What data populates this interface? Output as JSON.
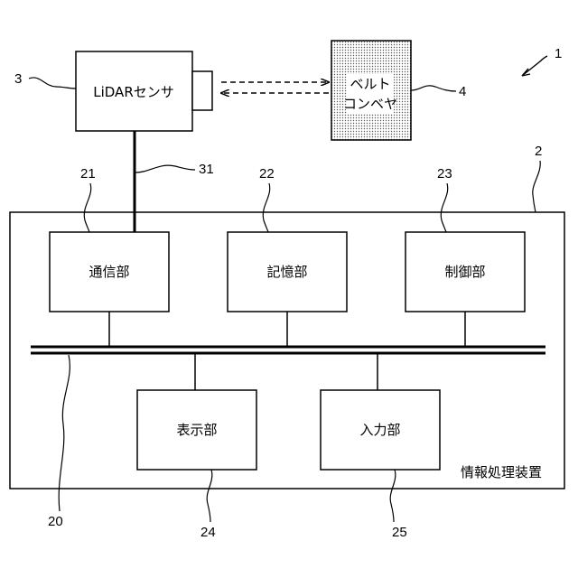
{
  "figure_number": "1",
  "lidar": {
    "label": "LiDARセンサ",
    "ref": "3"
  },
  "conveyor": {
    "line1": "ベルト",
    "line2": "コンベヤ",
    "ref": "4"
  },
  "info_device": {
    "label": "情報処理装置",
    "ref": "2"
  },
  "cable": {
    "ref": "31"
  },
  "bus": {
    "ref": "20"
  },
  "units": [
    {
      "key": "communication",
      "label": "通信部",
      "ref": "21"
    },
    {
      "key": "storage",
      "label": "記憶部",
      "ref": "22"
    },
    {
      "key": "control",
      "label": "制御部",
      "ref": "23"
    },
    {
      "key": "display",
      "label": "表示部",
      "ref": "24"
    },
    {
      "key": "input",
      "label": "入力部",
      "ref": "25"
    }
  ]
}
